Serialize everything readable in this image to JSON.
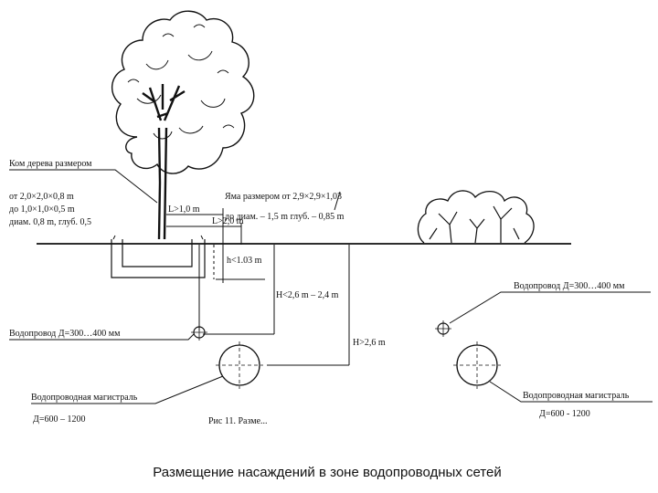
{
  "diagram": {
    "labels": {
      "root_ball_title": "Ком дерева размером",
      "root_ball_size_1": "от 2,0×2,0×0,8 m",
      "root_ball_size_2": "до 1,0×1,0×0,5 m",
      "root_ball_size_3": "диам. 0,8 m, глуб. 0,5",
      "l_min_1": "L>1,0 m",
      "l_min_2": "L>2,0 m",
      "pit_title": "Яма размером от 2,9×2,9×1,03",
      "pit_size": "до диам. – 1,5 m  глуб. – 0,85 m",
      "h_depth": "h<1.03 m",
      "H_range": "H<2,6 m – 2,4 m",
      "H_min": "H>2,6 m",
      "water_pipe_left": "Водопровод Д=300…400 мм",
      "water_pipe_right": "Водопровод Д=300…400 мм",
      "main_left_title": "Водопроводная магистраль",
      "main_left_size": "Д=600 – 1200",
      "main_right_title": "Водопроводная магистраль",
      "main_right_size": "Д=600 - 1200",
      "figure_ref": "Рис 11. Разме..."
    }
  },
  "caption": "Размещение насаждений в зоне водопроводных сетей"
}
